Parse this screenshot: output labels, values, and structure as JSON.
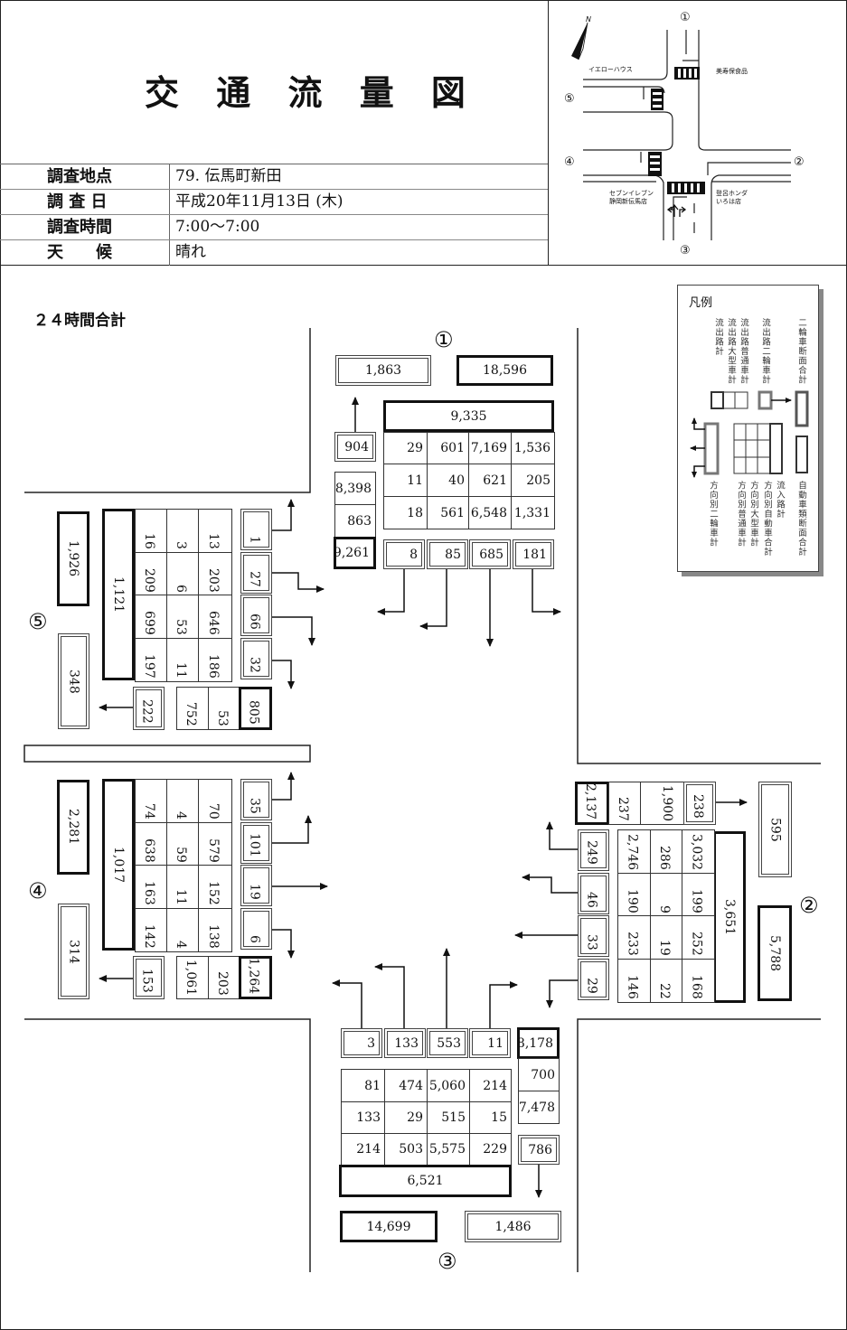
{
  "header": {
    "title": "交 通 流 量 図",
    "info": [
      {
        "label": "調査地点",
        "value": "79. 伝馬町新田"
      },
      {
        "label": "調 査 日",
        "value": "平成20年11月13日 (木)"
      },
      {
        "label": "調査時間",
        "value": " 7:00～7:00"
      },
      {
        "label": "天　　候",
        "value": "晴れ"
      }
    ]
  },
  "map": {
    "north_label": "N",
    "circles": [
      "①",
      "②",
      "③",
      "④",
      "⑤"
    ],
    "landmarks": [
      "イエローハウス",
      "美寿保食品",
      "セブンイレブン",
      "静岡新伝馬店",
      "登呂ホンダ",
      "いろは店"
    ]
  },
  "subtitle": "２４時間合計",
  "legend": {
    "title": "凡例",
    "top_labels": [
      "流出路計",
      "流出路大型車計",
      "流出路普通車計",
      "流出路二輪車計",
      "二輪車断面合計"
    ],
    "bottom_labels": [
      "方向別二輪車計",
      "方向別普通車計",
      "方向別大型車計",
      "方向別自動車合計",
      "流入路計",
      "自動車類断面合計"
    ]
  },
  "approaches": {
    "n1": {
      "circle": "①",
      "out_two_wheel_section": "1,863",
      "section_total": "18,596",
      "inflow_total": "9,335",
      "out_two_wheel": "904",
      "out_normal": "8,398",
      "out_large": "863",
      "out_total": "9,261",
      "grid": [
        [
          "29",
          "601",
          "7,169",
          "1,536"
        ],
        [
          "11",
          "40",
          "621",
          "205"
        ],
        [
          "18",
          "561",
          "6,548",
          "1,331"
        ]
      ],
      "dir_two_wheel": [
        "8",
        "85",
        "685",
        "181"
      ]
    },
    "w5": {
      "circle": "⑤",
      "section_total": "1,926",
      "two_wheel_section": "348",
      "inflow_total": "1,121",
      "grid": [
        [
          "16",
          "3",
          "13"
        ],
        [
          "209",
          "6",
          "203"
        ],
        [
          "699",
          "53",
          "646"
        ],
        [
          "197",
          "11",
          "186"
        ]
      ],
      "dir_two_wheel": [
        "1",
        "27",
        "66",
        "32"
      ],
      "out_two_wheel": "222",
      "out_normal": "752",
      "out_large": "53",
      "out_total": "805"
    },
    "w4": {
      "circle": "④",
      "section_total": "2,281",
      "two_wheel_section": "314",
      "inflow_total": "1,017",
      "grid": [
        [
          "74",
          "4",
          "70"
        ],
        [
          "638",
          "59",
          "579"
        ],
        [
          "163",
          "11",
          "152"
        ],
        [
          "142",
          "4",
          "138"
        ]
      ],
      "dir_two_wheel": [
        "35",
        "101",
        "19",
        "6"
      ],
      "out_two_wheel": "153",
      "out_normal": "1,061",
      "out_large": "203",
      "out_total": "1,264"
    },
    "e2": {
      "circle": "②",
      "out_total": "2,137",
      "out_large": "237",
      "out_normal": "1,900",
      "out_two_wheel": "238",
      "two_wheel_section": "595",
      "inflow_total": "3,651",
      "section_total": "5,788",
      "dir_two_wheel": [
        "249",
        "46",
        "33",
        "29"
      ],
      "grid": [
        [
          "2,746",
          "286",
          "3,032"
        ],
        [
          "190",
          "9",
          "199"
        ],
        [
          "233",
          "19",
          "252"
        ],
        [
          "146",
          "22",
          "168"
        ]
      ]
    },
    "s3": {
      "circle": "③",
      "dir_two_wheel": [
        "3",
        "133",
        "553",
        "11"
      ],
      "out_total": "8,178",
      "grid": [
        [
          "81",
          "474",
          "5,060",
          "214"
        ],
        [
          "133",
          "29",
          "515",
          "15"
        ],
        [
          "214",
          "503",
          "5,575",
          "229"
        ]
      ],
      "out_large": "700",
      "out_normal": "7,478",
      "out_two_wheel": "786",
      "inflow_total": "6,521",
      "section_total": "14,699",
      "two_wheel_section": "1,486"
    }
  }
}
